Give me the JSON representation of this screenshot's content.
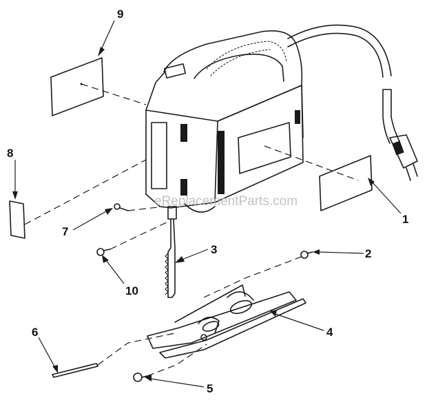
{
  "diagram": {
    "watermark": "eReplacementParts.com",
    "callouts": [
      {
        "id": "1",
        "label": "1"
      },
      {
        "id": "2",
        "label": "2"
      },
      {
        "id": "3",
        "label": "3"
      },
      {
        "id": "4",
        "label": "4"
      },
      {
        "id": "5",
        "label": "5"
      },
      {
        "id": "6",
        "label": "6"
      },
      {
        "id": "7",
        "label": "7"
      },
      {
        "id": "8",
        "label": "8"
      },
      {
        "id": "9",
        "label": "9"
      },
      {
        "id": "10",
        "label": "10"
      }
    ]
  }
}
